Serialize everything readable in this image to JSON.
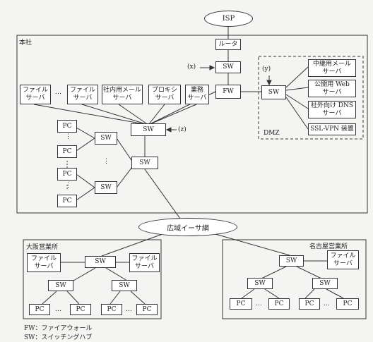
{
  "title_cloud": "ISP",
  "wan_label": "広域イーサ網",
  "hq": {
    "area_label": "本社",
    "router": "ルータ",
    "sw_top": "SW",
    "fw": "FW",
    "sw_dmz": "SW",
    "sw_core": "SW",
    "sw_dist": "SW",
    "sw_floor_a": "SW",
    "sw_floor_b": "SW",
    "servers": {
      "file1": [
        "ファイル",
        "サーバ"
      ],
      "ellipsis": "…",
      "file2": [
        "ファイル",
        "サーバ"
      ],
      "mail_internal": [
        "社内用メール",
        "サーバ"
      ],
      "proxy": [
        "プロキシ",
        "サーバ"
      ],
      "business": [
        "業務",
        "サーバ"
      ]
    },
    "pcs": [
      "PC",
      "PC",
      "PC",
      "PC"
    ],
    "vdots_a": "⋮",
    "vdots_b": "⋮",
    "vdots_c": "⋮",
    "markers": {
      "x": "(x)",
      "y": "(y)",
      "z": "(z)"
    }
  },
  "dmz": {
    "label": "DMZ",
    "servers": [
      [
        "中継用メール",
        "サーバ"
      ],
      [
        "公開用 Web",
        "サーバ"
      ],
      [
        "社外向け DNS",
        "サーバ"
      ],
      [
        "SSL-VPN 装置"
      ]
    ]
  },
  "osaka": {
    "area_label": "大阪営業所",
    "file_left": [
      "ファイル",
      "サーバ"
    ],
    "file_right": [
      "ファイル",
      "サーバ"
    ],
    "sw_main": "SW",
    "sw_left": "SW",
    "sw_right": "SW",
    "pcs": [
      "PC",
      "PC",
      "PC",
      "PC"
    ],
    "dots": [
      "…",
      "…"
    ]
  },
  "nagoya": {
    "area_label": "名古屋営業所",
    "file": [
      "ファイル",
      "サーバ"
    ],
    "sw_main": "SW",
    "sw_left": "SW",
    "sw_right": "SW",
    "pcs": [
      "PC",
      "PC",
      "PC",
      "PC"
    ],
    "dots": [
      "…",
      "…"
    ]
  },
  "legend": [
    "FW：ファイアウォール",
    "SW：スイッチングハブ"
  ]
}
